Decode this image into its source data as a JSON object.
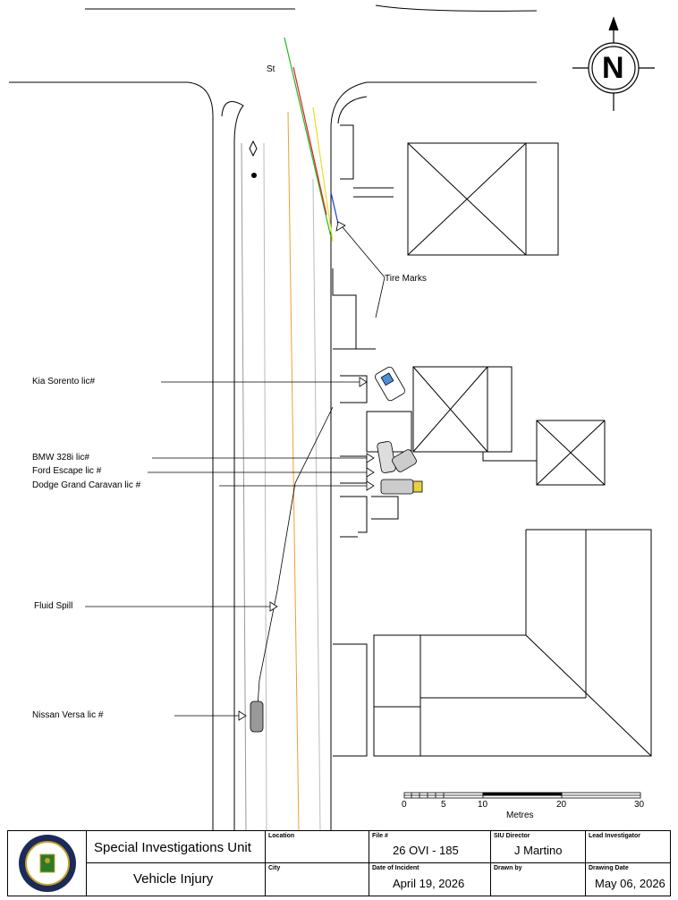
{
  "street": {
    "label": "St"
  },
  "annotations": {
    "tire_marks": "Tire Marks",
    "kia": "Kia Sorento lic#",
    "bmw": "BMW 328i lic#",
    "ford": "Ford Escape lic #",
    "dodge": "Dodge Grand Caravan lic #",
    "fluid": "Fluid Spill",
    "nissan": "Nissan Versa lic #"
  },
  "compass": {
    "letter": "N"
  },
  "scale": {
    "ticks": [
      "0",
      "5",
      "10",
      "20",
      "30"
    ],
    "unit": "Metres"
  },
  "title_block": {
    "org": "Special Investigations Unit",
    "type": "Vehicle Injury",
    "location_label": "Location",
    "city_label": "City",
    "file_label": "File #",
    "file_value": "26 OVI - 185",
    "date_incident_label": "Date of Incident",
    "date_incident_value": "April 19, 2026",
    "director_label": "SIU Director",
    "director_value": "J Martino",
    "drawn_by_label": "Drawn by",
    "lead_label": "Lead Investigator",
    "drawing_date_label": "Drawing Date",
    "drawing_date_value": "May 06, 2026"
  },
  "colors": {
    "centre_line": "#f0a030",
    "path_green": "#22bb22",
    "path_red": "#e02020",
    "path_yellow": "#e8e020",
    "path_blue": "#2040d0"
  }
}
